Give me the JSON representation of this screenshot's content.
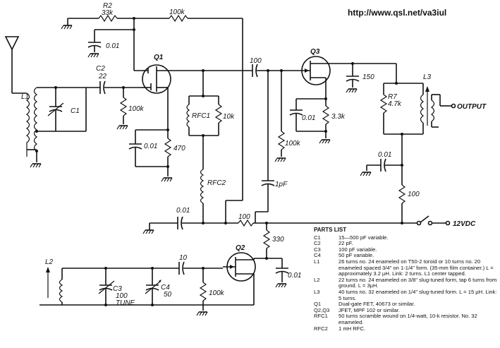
{
  "url": "http://www.qsl.net/va3iul",
  "labels": {
    "r2_ref": "R2",
    "r2_val": "33k",
    "r_top": "100k",
    "c_top": "0.01",
    "q1": "Q1",
    "c2_ref": "C2",
    "c2_val": "22",
    "l1": "L1",
    "c1": "C1",
    "r_gate1": "100k",
    "c_src1": "0.01",
    "r_src1": "470",
    "rfc1": "RFC1",
    "r_drain": "10k",
    "rfc2": "RFC2",
    "c_cpl": "100",
    "q3": "Q3",
    "c_150": "150",
    "r7_ref": "R7",
    "r7_val": "4.7k",
    "l3": "L3",
    "output": "OUTPUT",
    "c_src3": "0.01",
    "r_src3": "3.3k",
    "r_gate3": "100k",
    "c_1pf": "1pF",
    "c_dec3": "0.01",
    "r_dec3": "100",
    "vdc": "12VDC",
    "c_bus": "0.01",
    "r_bus": "100",
    "r_330": "330",
    "q2": "Q2",
    "l2": "L2",
    "c_10": "10",
    "c3_ref": "C3",
    "c3_val": "100",
    "c3_tune": "TUNE",
    "c4_ref": "C4",
    "c4_val": "50",
    "r_gate2": "100k",
    "c_src2": "0.01"
  },
  "parts_list": {
    "title": "PARTS LIST",
    "items": [
      {
        "ref": "C1",
        "desc": "15—500 pF variable."
      },
      {
        "ref": "C2",
        "desc": "22 pF."
      },
      {
        "ref": "C3",
        "desc": "100 pF variable."
      },
      {
        "ref": "C4",
        "desc": "50 pF variable."
      },
      {
        "ref": "L1",
        "desc": "26 turns no. 24 enameled on T50-2 toroid or 10 turns no. 20 enameled spaced 3/4\" on 1-1/4\" form. (35-mm film container.) L = approximately 3.2 µH. Link: 2 turns. L1 center tapped."
      },
      {
        "ref": "L2",
        "desc": "22 turns no. 24 enameled on 3/8\" slug-tuned form, tap 6 turns from ground. L = 3µH."
      },
      {
        "ref": "L3",
        "desc": "40 turns no. 32 enameled on 1/4\" slug-tuned form. L = 15 µH. Link: 5 turns."
      },
      {
        "ref": "Q1",
        "desc": "Dual-gate FET, 40673 or similar."
      },
      {
        "ref": "Q2,Q3",
        "desc": "JFET, MPF 102 or similar."
      },
      {
        "ref": "RFC1",
        "desc": "50 turns scramble wound on 1/4-watt, 10-k resistor. No. 32 enameled."
      },
      {
        "ref": "RFC2",
        "desc": "1 mH RFC."
      }
    ]
  }
}
